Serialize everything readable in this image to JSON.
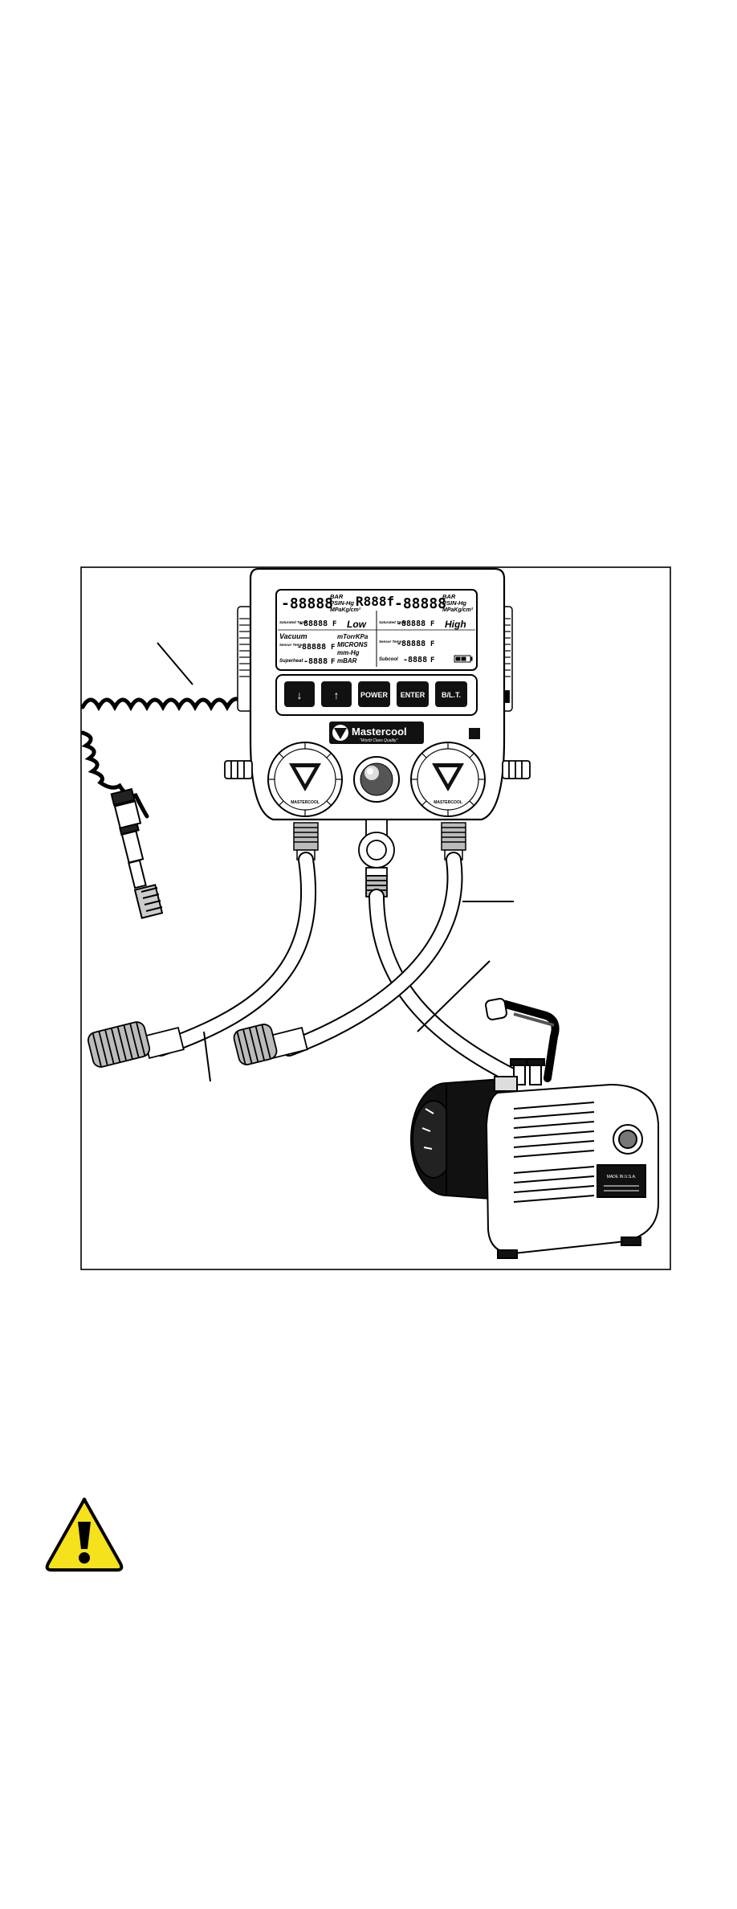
{
  "manifold": {
    "display": {
      "left_digits": "-88888",
      "refrigerant_digits": "R888f",
      "right_digits": "-88888",
      "units_left": [
        "BAR",
        "PSIN-Hg",
        "MPaKg/cm²"
      ],
      "units_right": [
        "BAR",
        "PSIN-Hg",
        "MPaKg/cm²"
      ],
      "sat_temp_label": "Saturated Temp",
      "sat_temp_digits_left": "-88888",
      "sat_temp_digits_right": "-88888",
      "temp_unit": "F",
      "low_label": "Low",
      "high_label": "High",
      "vacuum_label": "Vacuum",
      "vacuum_units": [
        "mTorrKPa",
        "MICRONS",
        "mm-Hg",
        "mBAR"
      ],
      "sensor_temp_label": "Sensor Temp",
      "sensor_digits_left": "-88888",
      "sensor_digits_right": "-88888",
      "superheat_label": "Superheat",
      "superheat_digits": "-8888",
      "subcool_label": "Subcool",
      "subcool_digits": "-8888"
    },
    "buttons": {
      "down": "↓",
      "up": "↑",
      "power": "POWER",
      "enter": "ENTER",
      "bt": "B/L.T."
    },
    "brand": "Mastercool",
    "tagline": "\"World Class Quality\"",
    "valve_left_label": "MASTERCOOL",
    "valve_right_label": "MASTERCOOL"
  },
  "pump": {
    "plate_text": "MADE IN U.S.A."
  },
  "icons": {
    "warning": "warning-triangle-icon"
  },
  "colors": {
    "ink": "#000000",
    "warning_yellow": "#f5e11c",
    "background": "#ffffff"
  }
}
